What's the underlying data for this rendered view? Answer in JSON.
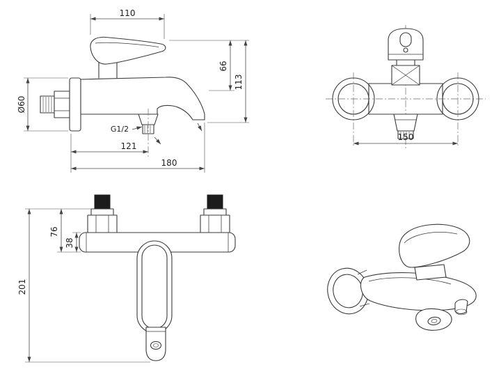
{
  "colors": {
    "line": "#3a3a3a",
    "dimension": "#4a4a4a",
    "background": "#ffffff"
  },
  "views": {
    "side": {
      "dims": {
        "handle_length": "110",
        "spout_height": "66",
        "overall_height": "113",
        "flange_diameter": "Ø60",
        "outlet_thread": "G1/2",
        "outlet_offset": "121",
        "overall_reach": "180"
      }
    },
    "front": {
      "dims": {
        "inlet_centres": "150"
      }
    },
    "plan": {
      "dims": {
        "body_offset": "76",
        "bar_width": "38",
        "overall_length": "201"
      }
    }
  }
}
